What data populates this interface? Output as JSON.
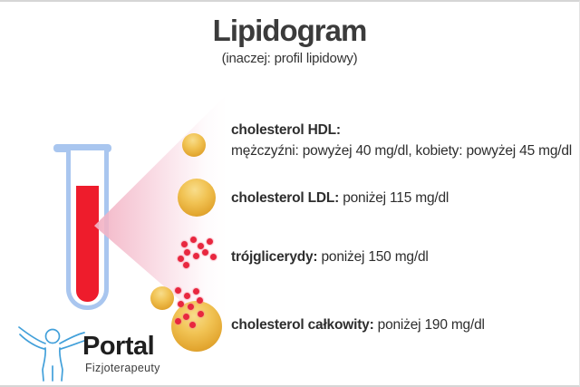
{
  "header": {
    "title": "Lipidogram",
    "subtitle": "(inaczej: profil lipidowy)"
  },
  "items": [
    {
      "label": "cholesterol HDL:",
      "value": "mężczyźni: powyżej 40 mg/dl, kobiety: powyżej 45 mg/dl"
    },
    {
      "label": "cholesterol LDL:",
      "value": "poniżej 115 mg/dl"
    },
    {
      "label": "trójglicerydy:",
      "value": "poniżej 150 mg/dl"
    },
    {
      "label": "cholesterol całkowity:",
      "value": "poniżej 190 mg/dl"
    }
  ],
  "logo": {
    "title": "Portal",
    "subtitle": "Fizjoterapeuty"
  },
  "colors": {
    "blood_red": "#ee1c2c",
    "dot_red": "#e8273f",
    "tube_blue": "#a9c6ef",
    "beam_pink": "#f2b1c3",
    "sphere_gold": "#eeb93f",
    "logo_blue": "#42a0da",
    "title_gray": "#3b3b3b"
  }
}
